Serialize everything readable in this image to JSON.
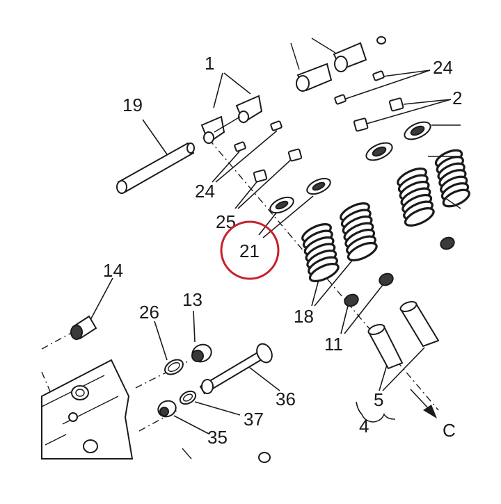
{
  "diagram": {
    "highlight_color": "#c8202a",
    "line_color": "#1a1a1a",
    "highlighted_callout": "21",
    "callouts": {
      "c1": "1",
      "c19": "19",
      "c24a": "24",
      "c24b": "24",
      "c2": "2",
      "c25": "25",
      "c21": "21",
      "c14": "14",
      "c26": "26",
      "c13": "13",
      "c18": "18",
      "c11": "11",
      "c5": "5",
      "c4": "4",
      "cC": "C",
      "c36": "36",
      "c37": "37",
      "c35": "35"
    }
  }
}
